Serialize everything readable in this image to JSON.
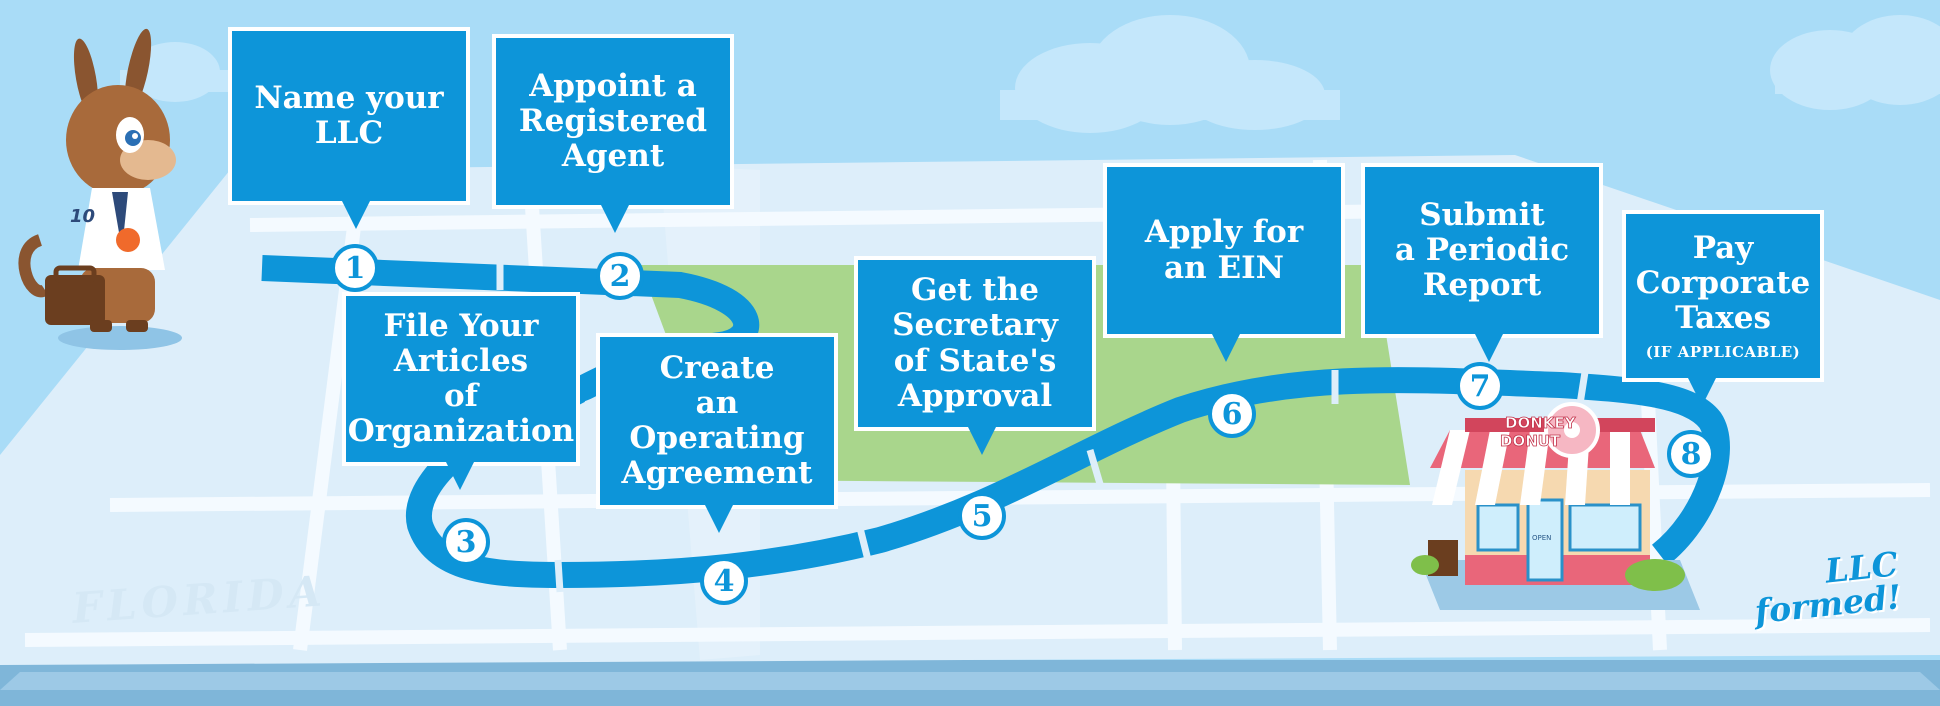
{
  "map_label": "FLORIDA",
  "mascot": {
    "shirt_number": "10"
  },
  "shop": {
    "sign_line1": "DONKEY",
    "sign_line2": "DONUT",
    "door_sign": "OPEN"
  },
  "steps": [
    {
      "number": "1",
      "text": "Name your\nLLC",
      "note": ""
    },
    {
      "number": "2",
      "text": "Appoint a\nRegistered\nAgent",
      "note": ""
    },
    {
      "number": "3",
      "text": "File Your\nArticles\nof\nOrganization",
      "note": ""
    },
    {
      "number": "4",
      "text": "Create\nan\nOperating\nAgreement",
      "note": ""
    },
    {
      "number": "5",
      "text": "Get the\nSecretary\nof State's\nApproval",
      "note": ""
    },
    {
      "number": "6",
      "text": "Apply for\nan EIN",
      "note": ""
    },
    {
      "number": "7",
      "text": "Submit\na Periodic\nReport",
      "note": ""
    },
    {
      "number": "8",
      "text": "Pay\nCorporate\nTaxes",
      "note": "(IF APPLICABLE)"
    }
  ],
  "finish_label": "LLC\nformed!",
  "colors": {
    "sky": "#a9dcf7",
    "map": "#ddeefa",
    "park": "#a9d68c",
    "accent": "#0d95d9",
    "white": "#ffffff"
  }
}
